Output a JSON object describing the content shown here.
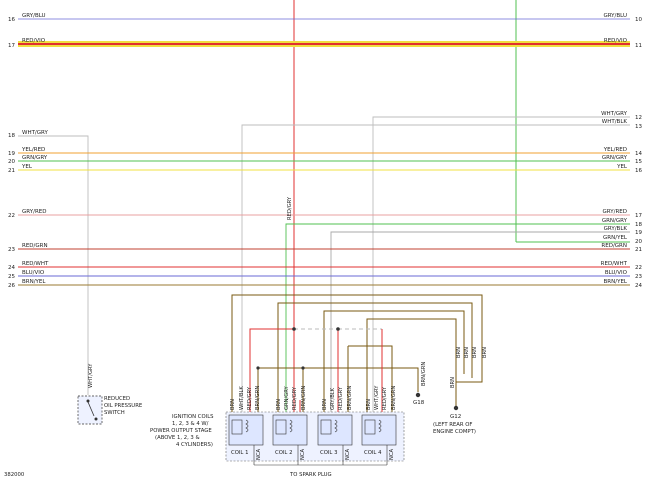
{
  "diagram_id": "382000",
  "colors": {
    "blu": "#6a6ad6",
    "red": "#e03030",
    "yel": "#f0e040",
    "orange": "#f0a030",
    "grn": "#50c050",
    "gry": "#a8a8a8",
    "brn": "#7a5a12",
    "white": "#bdbdbd",
    "dark": "#333333"
  },
  "wires": {
    "gry_blu": {
      "label_l": "GRY/BLU",
      "label_r": "GRY/BLU",
      "pin_l": "16",
      "pin_r": "10"
    },
    "red_vio": {
      "label_l": "RED/VIO",
      "label_r": "RED/VIO",
      "pin_l": "17",
      "pin_r": "11"
    },
    "wht_gry_r": {
      "label_r": "WHT/GRY",
      "pin_r": "12"
    },
    "wht_blk": {
      "label_r": "WHT/BLK",
      "pin_r": "13"
    },
    "wht_gry_l": {
      "label_l": "WHT/GRY",
      "pin_l": "18"
    },
    "yel_red": {
      "label_l": "YEL/RED",
      "label_r": "YEL/RED",
      "pin_l": "19",
      "pin_r": "14"
    },
    "grn_gry": {
      "label_l": "GRN/GRY",
      "label_r": "GRN/GRY",
      "pin_l": "20",
      "pin_r": "15"
    },
    "yel": {
      "label_l": "YEL",
      "label_r": "YEL",
      "pin_l": "21",
      "pin_r": "16"
    },
    "gry_red": {
      "label_l": "GRY/RED",
      "label_r": "GRY/RED",
      "pin_l": "22",
      "pin_r": "17"
    },
    "grn_gry_r": {
      "label_r": "GRN/GRY",
      "pin_r": "18"
    },
    "gry_blk": {
      "label_r": "GRY/BLK",
      "pin_r": "19"
    },
    "grn_yel": {
      "label_r": "GRN/YEL",
      "pin_r": "20"
    },
    "red_grn": {
      "label_l": "RED/GRN",
      "label_r": "RED/GRN",
      "pin_l": "23",
      "pin_r": "21"
    },
    "red_wht": {
      "label_l": "RED/WHT",
      "label_r": "RED/WHT",
      "pin_l": "24",
      "pin_r": "22"
    },
    "blu_vio": {
      "label_l": "BLU/VIO",
      "label_r": "BLU/VIO",
      "pin_l": "25",
      "pin_r": "23"
    },
    "brn_yel": {
      "label_l": "BRN/YEL",
      "label_r": "BRN/YEL",
      "pin_l": "26",
      "pin_r": "24"
    }
  },
  "vertical": {
    "red_gry": "RED/GRY",
    "wht_gry": "WHT/GRY",
    "brn_grn": "BRN/GRN",
    "brn": "BRN"
  },
  "coils": {
    "coil1": {
      "name": "COIL 1",
      "pins": [
        "BRN",
        "WHT/BLK",
        "RED/GRY",
        "BRN/GRN"
      ]
    },
    "coil2": {
      "name": "COIL 2",
      "pins": [
        "BRN",
        "GRN/GRY",
        "RED/GRY",
        "BRN/GRN"
      ]
    },
    "coil3": {
      "name": "COIL 3",
      "pins": [
        "BRN",
        "GRY/BLK",
        "RED/GRY",
        "BRN/GRN"
      ]
    },
    "coil4": {
      "name": "COIL 4",
      "pins": [
        "BRN",
        "WHT/GRY",
        "RED/GRY",
        "BRN/GRN"
      ]
    },
    "nca": "NCA",
    "title": [
      "IGNITION COILS",
      "1, 2, 3 & 4 W/",
      "POWER OUTPUT STAGE",
      "(ABOVE 1, 2, 3 &",
      "4 CYLINDERS)"
    ],
    "to_spark": "TO SPARK PLUG"
  },
  "switch": {
    "lines": [
      "REDUCED",
      "OIL PRESSURE",
      "SWITCH"
    ]
  },
  "grounds": {
    "g18": "G18",
    "g12": "G12",
    "g12_note": [
      "(LEFT REAR OF",
      "ENGINE COMPT)"
    ]
  }
}
